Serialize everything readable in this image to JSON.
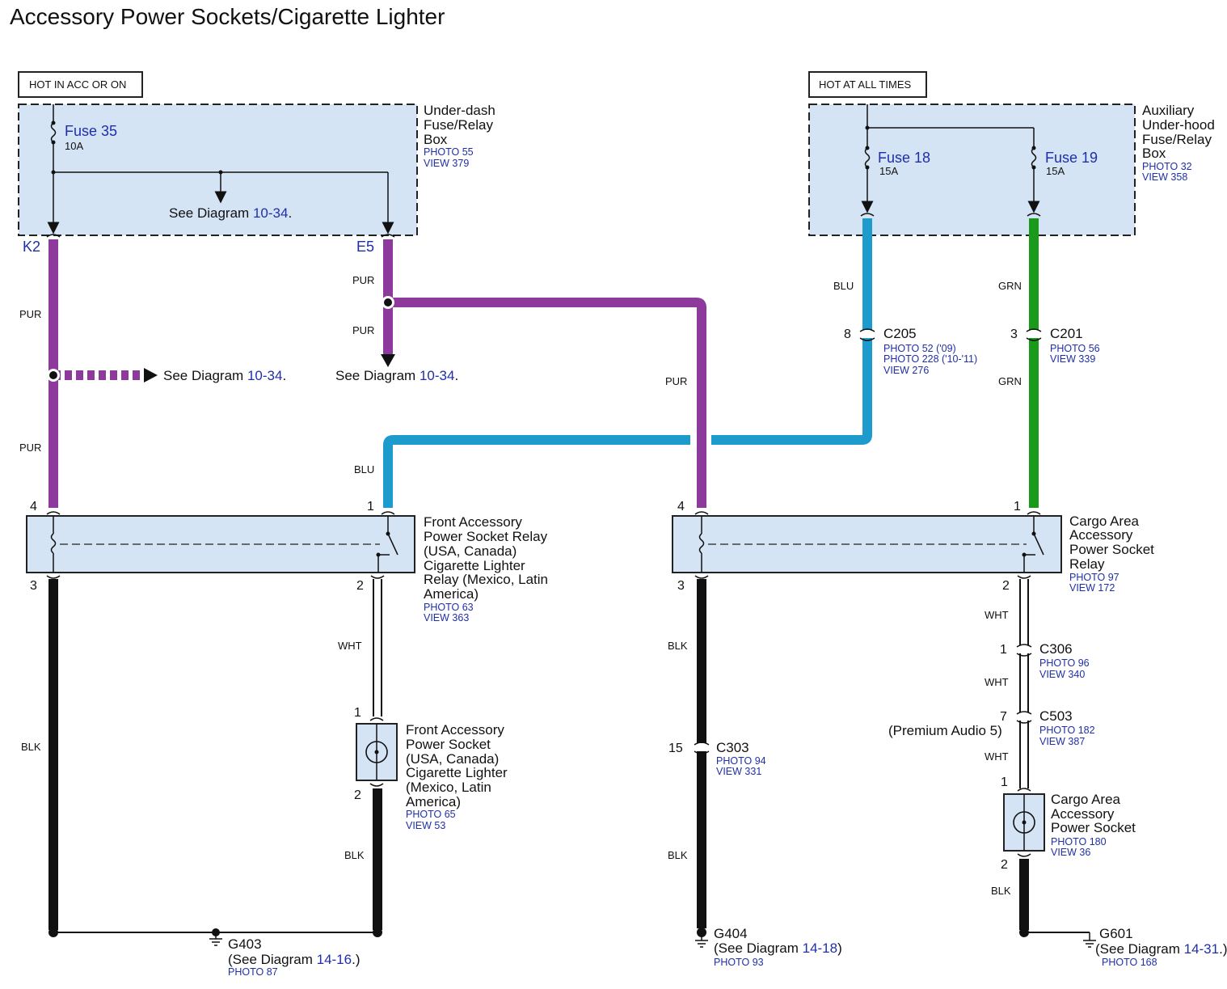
{
  "title": "Accessory Power Sockets/Cigarette Lighter",
  "hot_left": "HOT IN ACC OR ON",
  "hot_right": "HOT AT ALL TIMES",
  "underdash": {
    "name_lines": [
      "Under-dash",
      "Fuse/Relay",
      "Box"
    ],
    "photo": "PHOTO 55",
    "view": "VIEW 379",
    "fuse_name": "Fuse 35",
    "fuse_amp": "10A",
    "see_prefix": "See Diagram",
    "see_ref": "10-34",
    "dot": ".",
    "pin_k2": "K2",
    "pin_e5": "E5"
  },
  "auxbox": {
    "name_lines": [
      "Auxiliary",
      "Under-hood",
      "Fuse/Relay",
      "Box"
    ],
    "photo": "PHOTO 32",
    "view": "VIEW 358",
    "fuse18_name": "Fuse 18",
    "fuse18_amp": "15A",
    "fuse19_name": "Fuse 19",
    "fuse19_amp": "15A"
  },
  "wire_colors": {
    "pur": "PUR",
    "blu": "BLU",
    "grn": "GRN",
    "wht": "WHT",
    "blk": "BLK"
  },
  "see_left": {
    "prefix": "See Diagram",
    "ref": "10-34",
    "suffix": "."
  },
  "see_mid": {
    "prefix": "See Diagram",
    "ref": "10-34",
    "suffix": "."
  },
  "c205": {
    "pin": "8",
    "name": "C205",
    "photo1": "PHOTO 52 ('09)",
    "photo2": "PHOTO 228 ('10-'11)",
    "view": "VIEW 276"
  },
  "c201": {
    "pin": "3",
    "name": "C201",
    "photo": "PHOTO 56",
    "view": "VIEW 339"
  },
  "front_relay": {
    "lines": [
      "Front Accessory",
      "Power Socket Relay",
      "(USA, Canada)",
      "Cigarette Lighter",
      "Relay (Mexico, Latin",
      "America)"
    ],
    "photo": "PHOTO 63",
    "view": "VIEW 363",
    "pin4": "4",
    "pin1": "1",
    "pin3": "3",
    "pin2": "2"
  },
  "cargo_relay": {
    "lines": [
      "Cargo Area",
      "Accessory",
      "Power Socket",
      "Relay"
    ],
    "photo": "PHOTO 97",
    "view": "VIEW 172",
    "pin4": "4",
    "pin1": "1",
    "pin3": "3",
    "pin2": "2"
  },
  "front_socket": {
    "lines": [
      "Front Accessory",
      "Power Socket",
      "(USA, Canada)",
      "Cigarette Lighter",
      "(Mexico, Latin",
      "America)"
    ],
    "photo": "PHOTO 65",
    "view": "VIEW 53",
    "pin1": "1",
    "pin2": "2"
  },
  "cargo_socket": {
    "lines": [
      "Cargo Area",
      "Accessory",
      "Power Socket"
    ],
    "photo": "PHOTO 180",
    "view": "VIEW 36",
    "pin1": "1",
    "pin2": "2"
  },
  "c303": {
    "pin": "15",
    "name": "C303",
    "photo": "PHOTO 94",
    "view": "VIEW 331"
  },
  "c306": {
    "pin": "1",
    "name": "C306",
    "photo": "PHOTO 96",
    "view": "VIEW 340"
  },
  "c503": {
    "pin": "7",
    "name": "C503",
    "note": "(Premium Audio 5)",
    "photo": "PHOTO 182",
    "view": "VIEW 387"
  },
  "g403": {
    "name": "G403",
    "see_prefix": "(See Diagram",
    "ref": "14-16",
    "suffix": ".)",
    "photo": "PHOTO 87"
  },
  "g404": {
    "name": "G404",
    "see_prefix": "(See Diagram",
    "ref": "14-18",
    "suffix": ")",
    "photo": "PHOTO 93"
  },
  "g601": {
    "name": "G601",
    "see_prefix": "(See Diagram",
    "ref": "14-31",
    "suffix": ".)",
    "photo": "PHOTO 168"
  },
  "colors": {
    "pur": "#8e3a9d",
    "blu": "#1d9bcc",
    "grn": "#1a9a1a",
    "blk": "#111111",
    "box": "#d4e4f5",
    "ref": "#1f2fa8"
  }
}
